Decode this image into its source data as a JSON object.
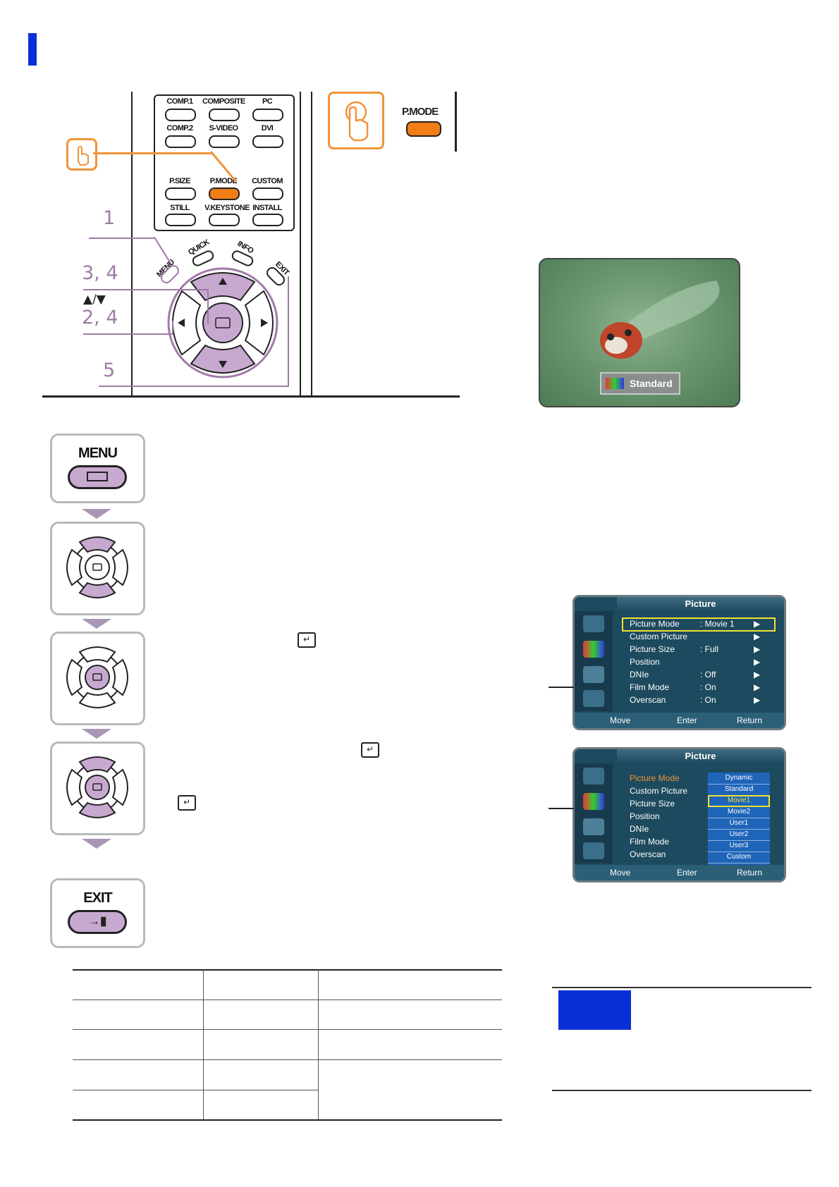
{
  "remote": {
    "buttons": {
      "comp1": "COMP.1",
      "composite": "COMPOSITE",
      "pc": "PC",
      "comp2": "COMP.2",
      "svideo": "S-VIDEO",
      "dvi": "DVI",
      "psize": "P.SIZE",
      "pmode": "P.MODE",
      "custom": "CUSTOM",
      "still": "STILL",
      "vkeystone": "V.KEYSTONE",
      "install": "INSTALL",
      "menu": "MENU",
      "quick": "QUICK",
      "info": "INFO",
      "exit": "EXIT"
    },
    "step_labels": {
      "one": "1",
      "three_four": "3, 4",
      "updown": "▲/▼",
      "two_four": "2, 4",
      "five": "5"
    },
    "pmode_shortcut_label": "P.MODE"
  },
  "steps": {
    "menu_key": "MENU",
    "exit_key": "EXIT",
    "enter_symbol": "↵"
  },
  "preview": {
    "badge": "Standard"
  },
  "osd1": {
    "title": "Picture",
    "rows": [
      {
        "label": "Picture Mode",
        "value": ": Movie 1",
        "arrow": "▶"
      },
      {
        "label": "Custom Picture",
        "value": "",
        "arrow": "▶"
      },
      {
        "label": "Picture Size",
        "value": ": Full",
        "arrow": "▶"
      },
      {
        "label": "Position",
        "value": "",
        "arrow": "▶"
      },
      {
        "label": "DNIe",
        "value": ": Off",
        "arrow": "▶"
      },
      {
        "label": "Film Mode",
        "value": ": On",
        "arrow": "▶"
      },
      {
        "label": "Overscan",
        "value": ": On",
        "arrow": "▶"
      }
    ],
    "footer": {
      "move": "Move",
      "enter": "Enter",
      "return": "Return"
    }
  },
  "osd2": {
    "title": "Picture",
    "rows": [
      "Picture Mode",
      "Custom Picture",
      "Picture Size",
      "Position",
      "DNIe",
      "Film Mode",
      "Overscan"
    ],
    "options": [
      "Dynamic",
      "Standard",
      "Movie1",
      "Movie2",
      "User1",
      "User2",
      "User3",
      "Custom"
    ],
    "footer": {
      "move": "Move",
      "enter": "Enter",
      "return": "Return"
    }
  },
  "colors": {
    "accent_blue": "#0b2fd6",
    "highlight_orange": "#f07d15",
    "step_lavender": "#a07aa8",
    "osd_yellow": "#f2e233"
  }
}
